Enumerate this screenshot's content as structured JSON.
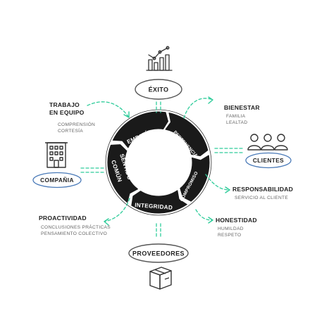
{
  "diagram": {
    "top_node": {
      "label": "ÉXITO",
      "icon": "bar-chart-icon"
    },
    "bottom_node": {
      "label": "PROVEEDORES",
      "icon": "box-icon"
    },
    "left_node": {
      "label": "COMPAÑIA",
      "icon": "building-icon"
    },
    "right_node": {
      "label": "CLIENTES",
      "icon": "people-icon"
    },
    "cycle_segments": [
      "EMPATÍA",
      "PERTENENCIA",
      "COMPROMISO",
      "INTEGRIDAD",
      "SENTIDO",
      "COMÚN"
    ],
    "values": [
      {
        "title_line1": "TRABAJO",
        "title_line2": "EN EQUIPO",
        "details": [
          "COMPRENSIÓN",
          "CORTESÍA"
        ]
      },
      {
        "title_line1": "BIENESTAR",
        "details": [
          "FAMILIA",
          "LEALTAD"
        ]
      },
      {
        "title_line1": "RESPONSABILIDAD",
        "details": [
          "SERVICIO AL CLIENTE"
        ]
      },
      {
        "title_line1": "HONESTIDAD",
        "details": [
          "HUMILDAD",
          "RESPETO"
        ]
      },
      {
        "title_line1": "PROACTIVIDAD",
        "details": [
          "CONCLUSIONES PRÁCTICAS",
          "PENSAMIENTO COLECTIVO"
        ]
      }
    ],
    "colors": {
      "ring": "#1a1a1a",
      "arrow": "#2ecc9a",
      "outline": "#333333",
      "oval_left": "#4a7ab8",
      "oval_right": "#4a7ab8",
      "oval_top": "#555555",
      "oval_bottom": "#555555"
    }
  }
}
